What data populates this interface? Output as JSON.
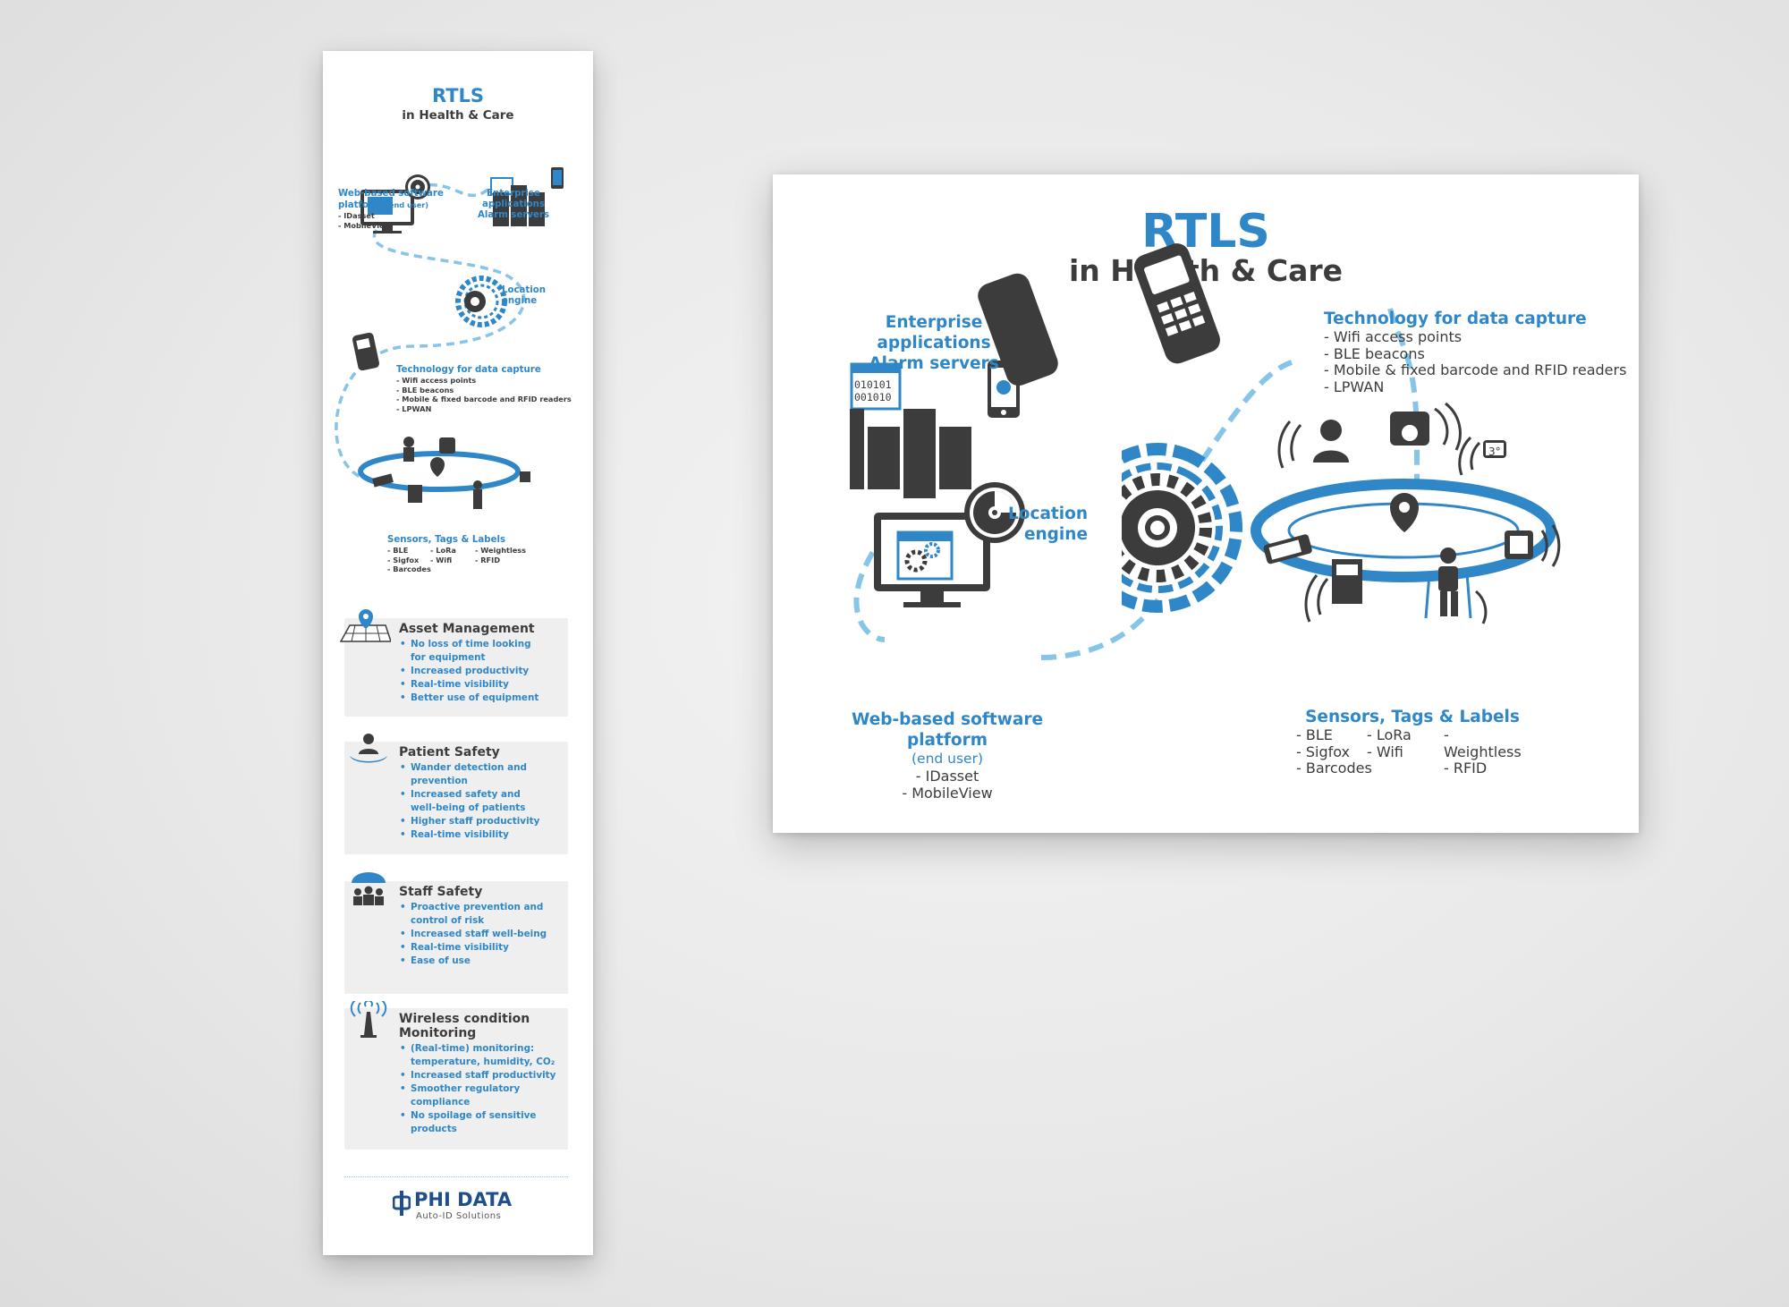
{
  "banner": {
    "title": "RTLS",
    "subtitle": "in Health & Care",
    "web_platform": {
      "heading_line1": "Web-based software",
      "heading_line2": "platform",
      "heading_note": "(end user)",
      "items": [
        "- IDasset",
        "- MobileView"
      ]
    },
    "enterprise": {
      "line1": "Enterprise applications",
      "line2": "Alarm servers"
    },
    "location_engine": {
      "line1": "Location",
      "line2": "engine"
    },
    "technology": {
      "heading": "Technology for data capture",
      "items": [
        "- Wifi access points",
        "- BLE beacons",
        "- Mobile & fixed barcode and RFID readers",
        "- LPWAN"
      ]
    },
    "sensors": {
      "heading": "Sensors, Tags & Labels",
      "col1": [
        "- BLE",
        "- Sigfox",
        "- Barcodes"
      ],
      "col2": [
        "- LoRa",
        "- Wifi"
      ],
      "col3": [
        "- Weightless",
        "- RFID"
      ]
    },
    "cards": [
      {
        "title": "Asset Management",
        "icon": "map-pin-icon",
        "bullets": [
          [
            "No loss of time looking",
            "for equipment"
          ],
          [
            "Increased productivity"
          ],
          [
            "Real-time visibility"
          ],
          [
            "Better use of equipment"
          ]
        ]
      },
      {
        "title": "Patient Safety",
        "icon": "patient-hand-icon",
        "bullets": [
          [
            "Wander detection and",
            "prevention"
          ],
          [
            "Increased safety and",
            "well-being of patients"
          ],
          [
            "Higher staff productivity"
          ],
          [
            "Real-time visibility"
          ]
        ]
      },
      {
        "title": "Staff Safety",
        "icon": "umbrella-group-icon",
        "bullets": [
          [
            "Proactive prevention and",
            "control of risk"
          ],
          [
            "Increased staff well-being"
          ],
          [
            "Real-time visibility"
          ],
          [
            "Ease of use"
          ]
        ]
      },
      {
        "title_line1": "Wireless condition",
        "title_line2": "Monitoring",
        "icon": "antenna-icon",
        "bullets": [
          [
            "(Real-time) monitoring:",
            "temperature, humidity, CO₂"
          ],
          [
            "Increased staff productivity"
          ],
          [
            "Smoother regulatory",
            "compliance"
          ],
          [
            "No spoilage of sensitive",
            "products"
          ]
        ]
      }
    ],
    "logo": {
      "name": "PHI DATA",
      "tagline": "Auto-ID Solutions"
    }
  },
  "poster": {
    "title": "RTLS",
    "subtitle": "in Health & Care",
    "enterprise": {
      "line1": "Enterprise applications",
      "line2": "Alarm servers"
    },
    "technology": {
      "heading": "Technology for data capture",
      "items": [
        "- Wifi access points",
        "- BLE beacons",
        "- Mobile & fixed barcode and RFID readers",
        "- LPWAN"
      ]
    },
    "location_engine": {
      "line1": "Location",
      "line2": "engine"
    },
    "web_platform": {
      "heading": "Web-based software platform",
      "note": "(end user)",
      "items": [
        "- IDasset",
        "- MobileView"
      ]
    },
    "sensors": {
      "heading": "Sensors, Tags & Labels",
      "col1": [
        "- BLE",
        "- Sigfox",
        "- Barcodes"
      ],
      "col2": [
        "- LoRa",
        "- Wifi"
      ],
      "col3": [
        "- Weightless",
        "- RFID"
      ]
    },
    "binary": [
      "010101",
      "001010"
    ],
    "scale_badge": "3°"
  },
  "colors": {
    "accent": "#2f87c8",
    "dark": "#3c3c3c",
    "dashed": "#86c5e8",
    "card": "#efefef"
  }
}
